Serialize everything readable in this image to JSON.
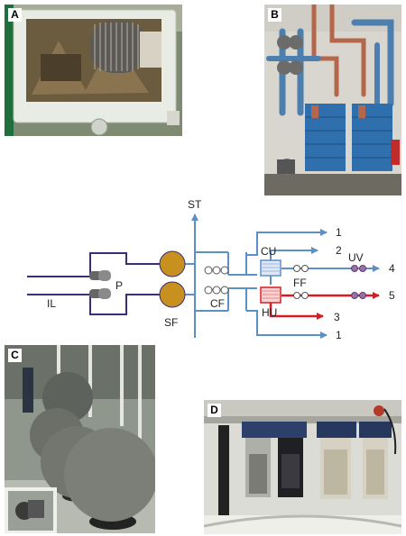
{
  "panels": {
    "a": {
      "letter": "A",
      "content": "rotary drum filter unit"
    },
    "b": {
      "letter": "B",
      "content": "plate heat exchangers with piping"
    },
    "c": {
      "letter": "C",
      "content": "spherical sand filter tanks"
    },
    "d": {
      "letter": "D",
      "content": "cartridge filter housings"
    }
  },
  "diagram": {
    "labels": {
      "st": "ST",
      "il": "IL",
      "p": "P",
      "sf": "SF",
      "cf": "CF",
      "cu": "CU",
      "hu": "HU",
      "ff": "FF",
      "uv": "UV",
      "out1_top": "1",
      "out2": "2",
      "out4": "4",
      "out5": "5",
      "out3": "3",
      "out1_bottom": "1"
    },
    "colors": {
      "intake": "#3a2e7a",
      "water": "#5b8fc7",
      "hot": "#d81c22",
      "filter_sphere": "#c8901e",
      "uv_lamp": "#9a6fa8"
    }
  }
}
